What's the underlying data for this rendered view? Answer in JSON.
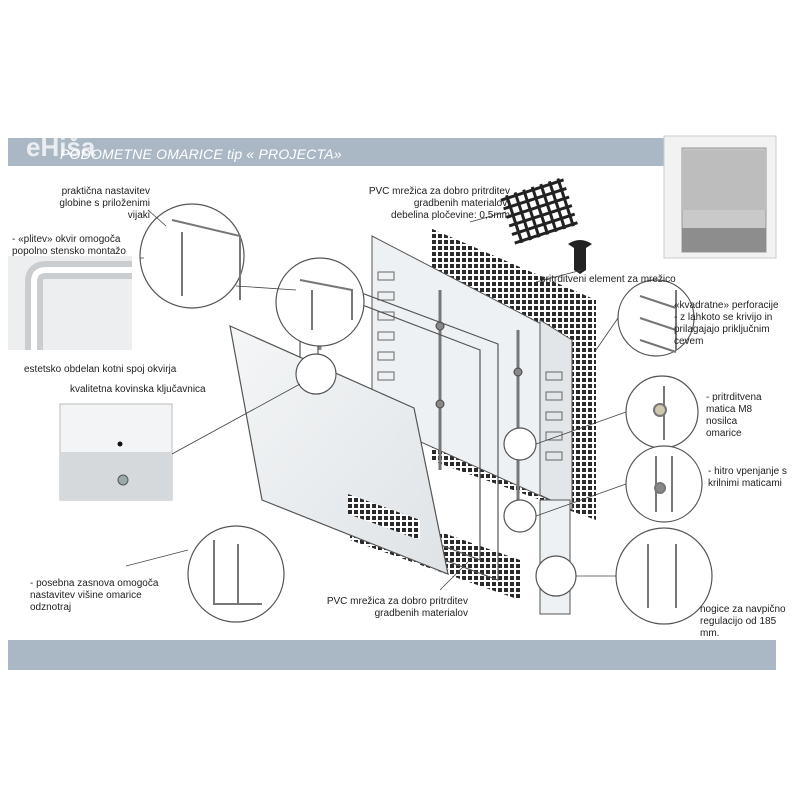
{
  "header": {
    "title": "PODOMETNE OMARICE tip « PROJECTA»",
    "watermark": "eHiša"
  },
  "labels": {
    "depth_adjust": [
      "praktična nastavitev",
      "globine s priloženimi vijaki"
    ],
    "plitev_frame": [
      "- «plitev» okvir omogoča",
      "popolno stensko montažo"
    ],
    "corner_joint": "estetsko obdelan kotni spoj okvirja",
    "lock": "kvalitetna kovinska ključavnica",
    "height_adjust": [
      "- posebna zasnova omogoča",
      "nastavitev višine omarice",
      "odznotraj"
    ],
    "pvc_mesh_top": [
      "PVC mrežica za dobro pritrditev",
      "gradbenih materialov;",
      "debelina pločevine: 0,5mm"
    ],
    "pvc_mesh_bottom": [
      "PVC mrežica za dobro pritrditev",
      "gradbenih materialov"
    ],
    "mesh_fastener": "- pritrditveni element za mrežico",
    "square_perforation": [
      "«kvadratne» perforacije",
      "- z lahkoto se krivijo in",
      "prilagajajo priključnim",
      "cevem"
    ],
    "nut_m8": [
      "- pritrditvena",
      "matica M8",
      "nosilca",
      "omarice"
    ],
    "wing_nuts": [
      "- hitro vpenjanje s",
      "krilnimi maticami"
    ],
    "legs": [
      "nogice za navpično",
      "regulacijo od 185 mm."
    ]
  },
  "colors": {
    "band": "#aab8c6",
    "mesh": "#333333",
    "steel": "#e8ecef",
    "outline": "#555555"
  }
}
